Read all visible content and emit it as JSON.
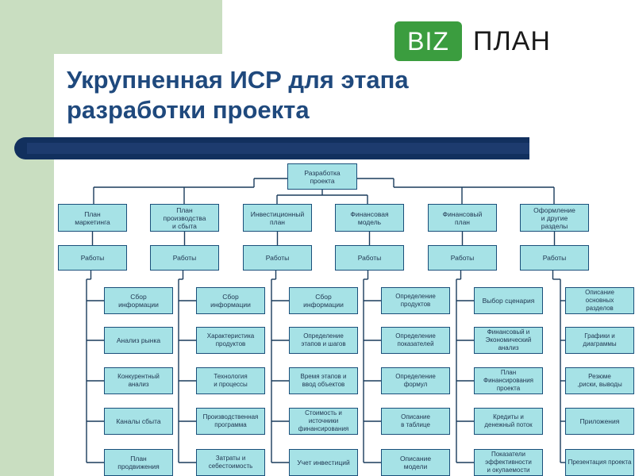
{
  "logo": {
    "badge": "BIZ",
    "word": "ПЛАН"
  },
  "title": "Укрупненная ИСР для этапа разработки проекта",
  "root": "Разработка\nпроекта",
  "columns": [
    {
      "name": "План\nмаркетинга",
      "works": "Работы",
      "items": [
        "Сбор\nинформации",
        "Анализ рынка",
        "Конкурентный\nанализ",
        "Каналы сбыта",
        "План\nпродвижения"
      ]
    },
    {
      "name": "План\nпроизводства\nи сбыта",
      "works": "Работы",
      "items": [
        "Сбор\nинформации",
        "Характеристика\nпродуктов",
        "Технология\nи процессы",
        "Производственная\nпрограмма",
        "Затраты и\nсебестоимость"
      ]
    },
    {
      "name": "Инвестиционный\nплан",
      "works": "Работы",
      "items": [
        "Сбор\nинформации",
        "Определение\nэтапов и шагов",
        "Время этапов и\nввод объектов",
        "Стоимость и\nисточники\nфинансирования",
        "Учет инвестиций"
      ]
    },
    {
      "name": "Финансовая\nмодель",
      "works": "Работы",
      "items": [
        "Определение\nпродуктов",
        "Определение\nпоказателей",
        "Определение\nформул",
        "Описание\nв таблице",
        "Описание\nмодели"
      ]
    },
    {
      "name": "Финансовый\nплан",
      "works": "Работы",
      "items": [
        "Выбор сценария",
        "Финансовый и\nЭкономический\nанализ",
        "План\nФинансирования\nпроекта",
        "Кредиты и\nденежный поток",
        "Показатели\nэффективности\nи окупаемости"
      ]
    },
    {
      "name": "Оформление\nи другие\nразделы",
      "works": "Работы",
      "items": [
        "Описание\nосновных\nразделов",
        "Графики и\nдиаграммы",
        "Резюме\n,риски, выводы",
        "Приложения",
        "Презентация проекта"
      ]
    }
  ]
}
